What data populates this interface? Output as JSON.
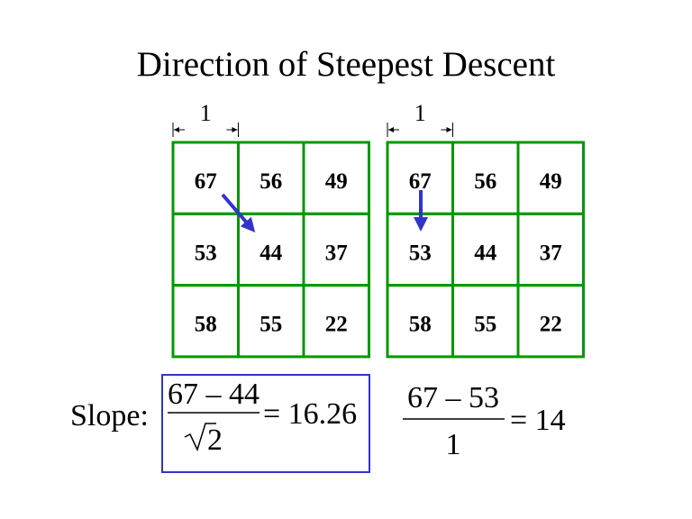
{
  "title": "Direction of Steepest Descent",
  "spacing_label": "1",
  "grids": [
    {
      "name": "diagonal",
      "cells": [
        [
          "67",
          "56",
          "49"
        ],
        [
          "53",
          "44",
          "37"
        ],
        [
          "58",
          "55",
          "22"
        ]
      ]
    },
    {
      "name": "vertical",
      "cells": [
        [
          "67",
          "56",
          "49"
        ],
        [
          "53",
          "44",
          "37"
        ],
        [
          "58",
          "55",
          "22"
        ]
      ]
    }
  ],
  "slope_label": "Slope:",
  "diagonal_formula": {
    "numerator": "67 – 44",
    "denominator": "2",
    "equals": "= 16.26"
  },
  "vertical_formula": {
    "numerator": "67 – 53",
    "denominator": "1",
    "equals": "= 14"
  },
  "colors": {
    "grid": "#009900",
    "arrow": "#3333cc",
    "box": "#3333cc"
  }
}
